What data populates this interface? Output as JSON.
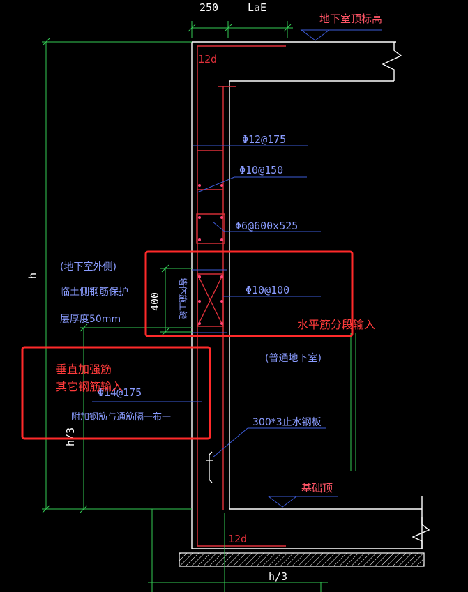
{
  "colors": {
    "background": "#000000",
    "wall": "#ffffff",
    "rebar": "#e0303a",
    "annotation_line": "#3d5bd8",
    "annotation_text": "#8a9cff",
    "dimension": "#33cc55",
    "highlight": "#ff2a2a",
    "highlight_text": "#ff3b3b"
  },
  "dimensions": {
    "top_left": "250",
    "top_right": "LaE",
    "height": "h",
    "waterstop_height": "400",
    "lower_height": "h/3",
    "bottom_width": "h/3"
  },
  "elevations": {
    "top": "地下室顶标高",
    "foundation": "基础顶"
  },
  "anchorage": {
    "top": "12d",
    "bottom": "12d"
  },
  "rebar_labels": {
    "horizontal": "Φ12@175",
    "vertical": "Φ10@150",
    "tie": "Φ6@600x525",
    "waterstop_zone": "Φ10@100",
    "additional": "Φ14@175",
    "additional_note": "附加钢筋与通筋隔一布一",
    "waterstop_plate": "300*3止水钢板",
    "waterstop_vertical": "墙体施工缝"
  },
  "side_notes": {
    "outside_title": "(地下室外侧)",
    "cover_line1": "临土侧钢筋保护",
    "cover_line2": "层厚度50mm",
    "inside_title": "(普通地下室)"
  },
  "callouts": {
    "right_text": "水平筋分段输入",
    "left_line1": "垂直加强筋",
    "left_line2": "其它钢筋输入"
  }
}
